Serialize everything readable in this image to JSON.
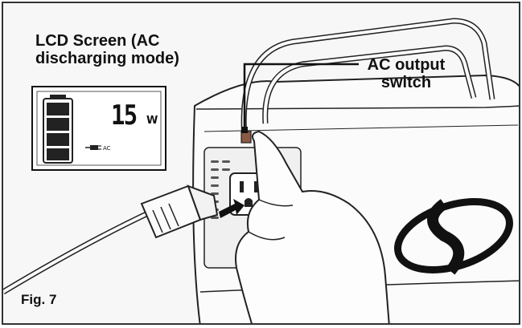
{
  "figure": {
    "lcd_title": "LCD Screen (AC\ndischarging mode)",
    "switch_label": "AC output\nswitch",
    "fig_label": "Fig. 7"
  },
  "lcd": {
    "power_value": "15",
    "power_unit": "W",
    "mode_tag": "AC",
    "battery_bars": 4
  },
  "icons": {
    "battery": "battery-level-icon",
    "plug": "ac-plug-icon",
    "logo": "brand-logo-icon",
    "hand": "pointing-hand-icon"
  },
  "colors": {
    "line": "#222222",
    "background": "#f7f7f7",
    "switch_accent": "#8a5a44"
  }
}
